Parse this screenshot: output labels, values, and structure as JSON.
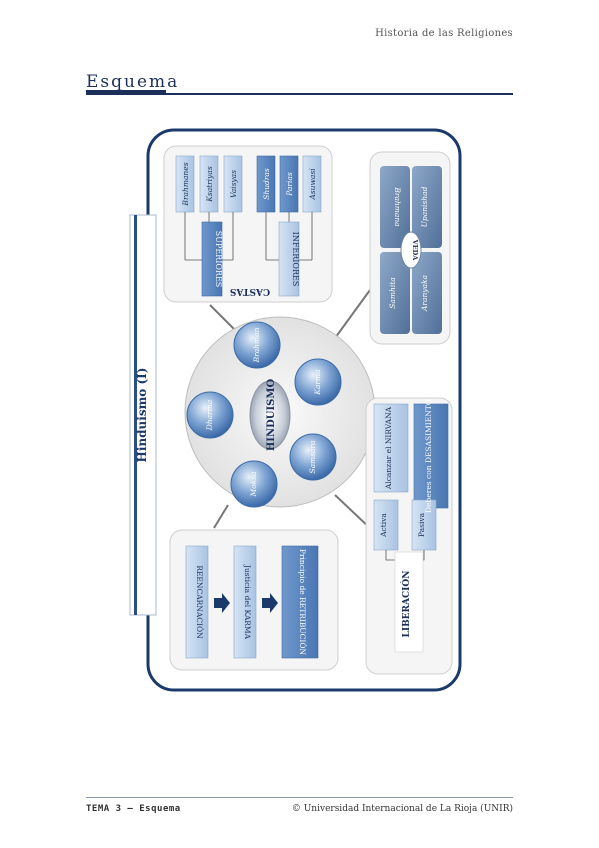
{
  "header": {
    "book_title": "Historia de las Religiones"
  },
  "section": {
    "title": "Esquema"
  },
  "diagram": {
    "title": "Hinduismo (I)",
    "center": "HINDUISMO",
    "concepts": [
      "Brahman",
      "Karma",
      "Samsara",
      "Moksa",
      "Dharma"
    ],
    "castas": {
      "title": "CASTAS",
      "superiores": {
        "label": "SUPERIORES",
        "items": [
          "Brahmanes",
          "Ksatriyas",
          "Vaisyas"
        ]
      },
      "inferiores": {
        "label": "INFERIORES",
        "items": [
          "Shudras",
          "Parias",
          "Asuwasi"
        ]
      }
    },
    "veda": {
      "center": "VEDA",
      "items": [
        "Brahmana",
        "Upanishad",
        "Samhita",
        "Aranyaka"
      ]
    },
    "liberacion": {
      "title": "LIBERACIÓN",
      "activa": {
        "label": "Activa",
        "result": "Alcanzar el NIRVANA"
      },
      "pasiva": {
        "label": "Pasiva",
        "result": "Deberes con DESASIMIENTO"
      }
    },
    "cycle": {
      "steps": [
        "REENCARNACIÓN",
        "Justicia del KARMA",
        "Principio de RETRIBUCIÓN"
      ]
    }
  },
  "footer": {
    "left": "TEMA 3 – Esquema",
    "right": "© Universidad Internacional de La Rioja (UNIR)"
  }
}
